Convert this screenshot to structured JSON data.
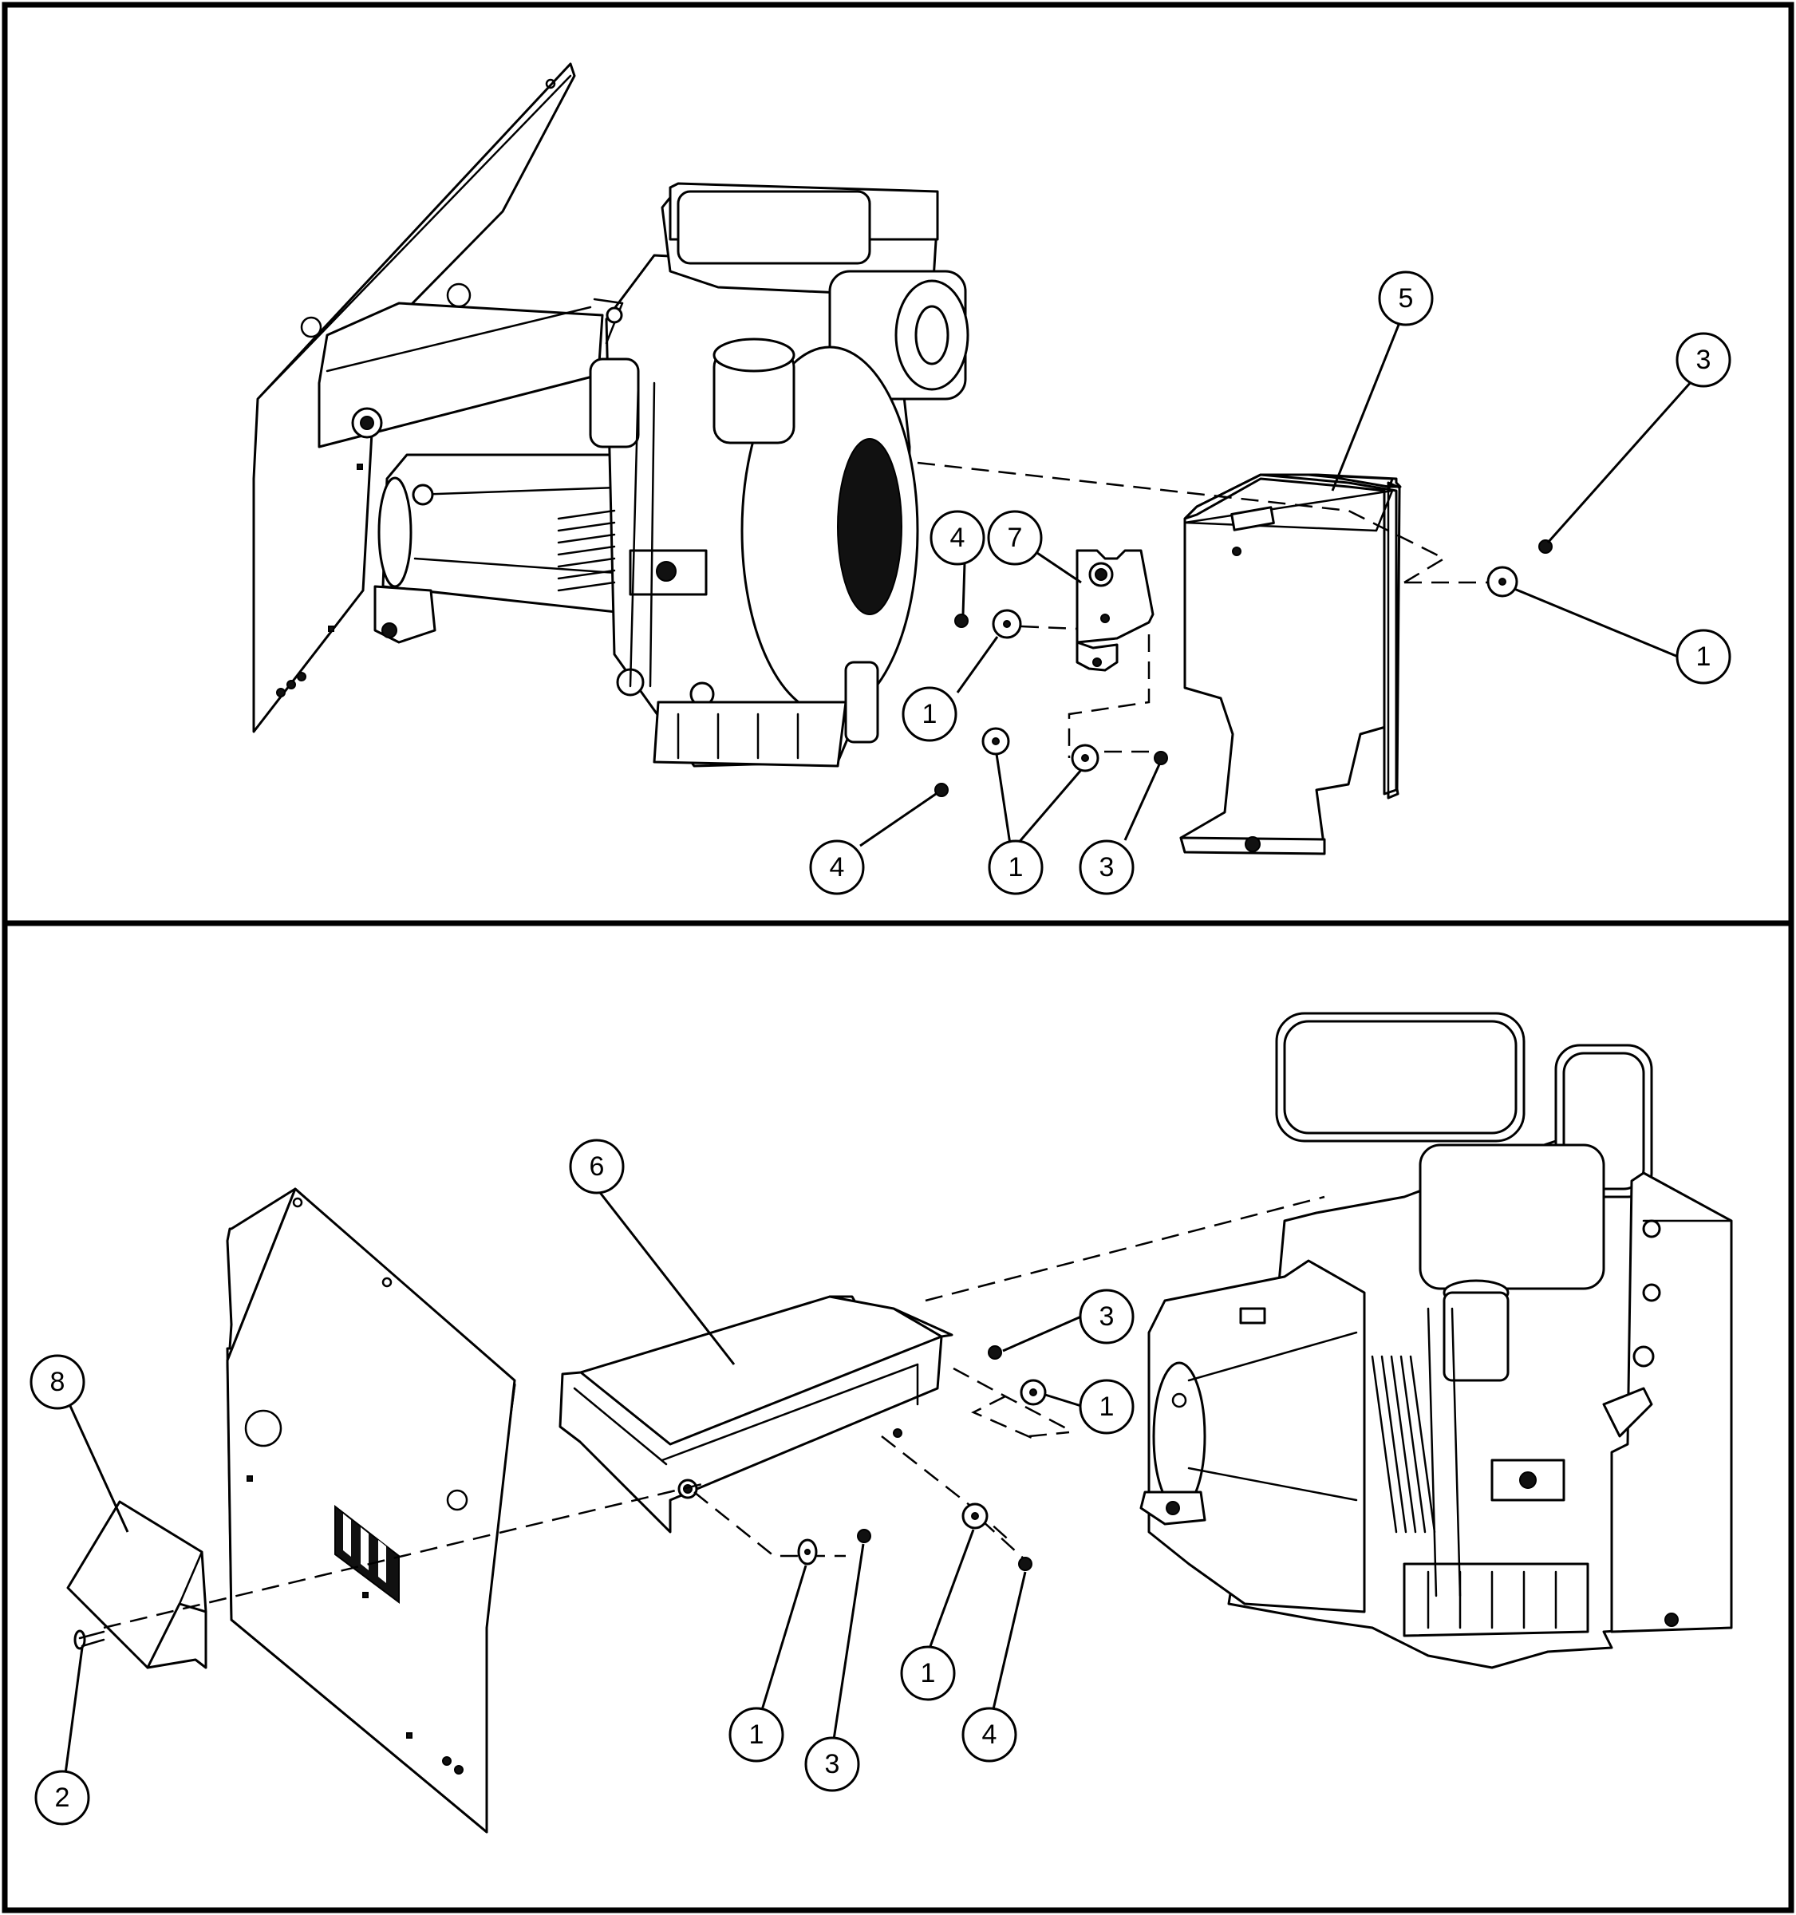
{
  "callouts": {
    "top": {
      "part_5": "5",
      "part_3_upper": "3",
      "part_1_right": "1",
      "part_4_upper": "4",
      "part_7": "7",
      "part_1_left": "1",
      "part_4_lower": "4",
      "part_1_lower": "1",
      "part_3_lower": "3"
    },
    "bottom": {
      "part_6": "6",
      "part_8": "8",
      "part_2": "2",
      "part_3_upper": "3",
      "part_1_right": "1",
      "part_1_mid": "1",
      "part_4": "4",
      "part_1_lower": "1",
      "part_3_lower": "3"
    }
  }
}
